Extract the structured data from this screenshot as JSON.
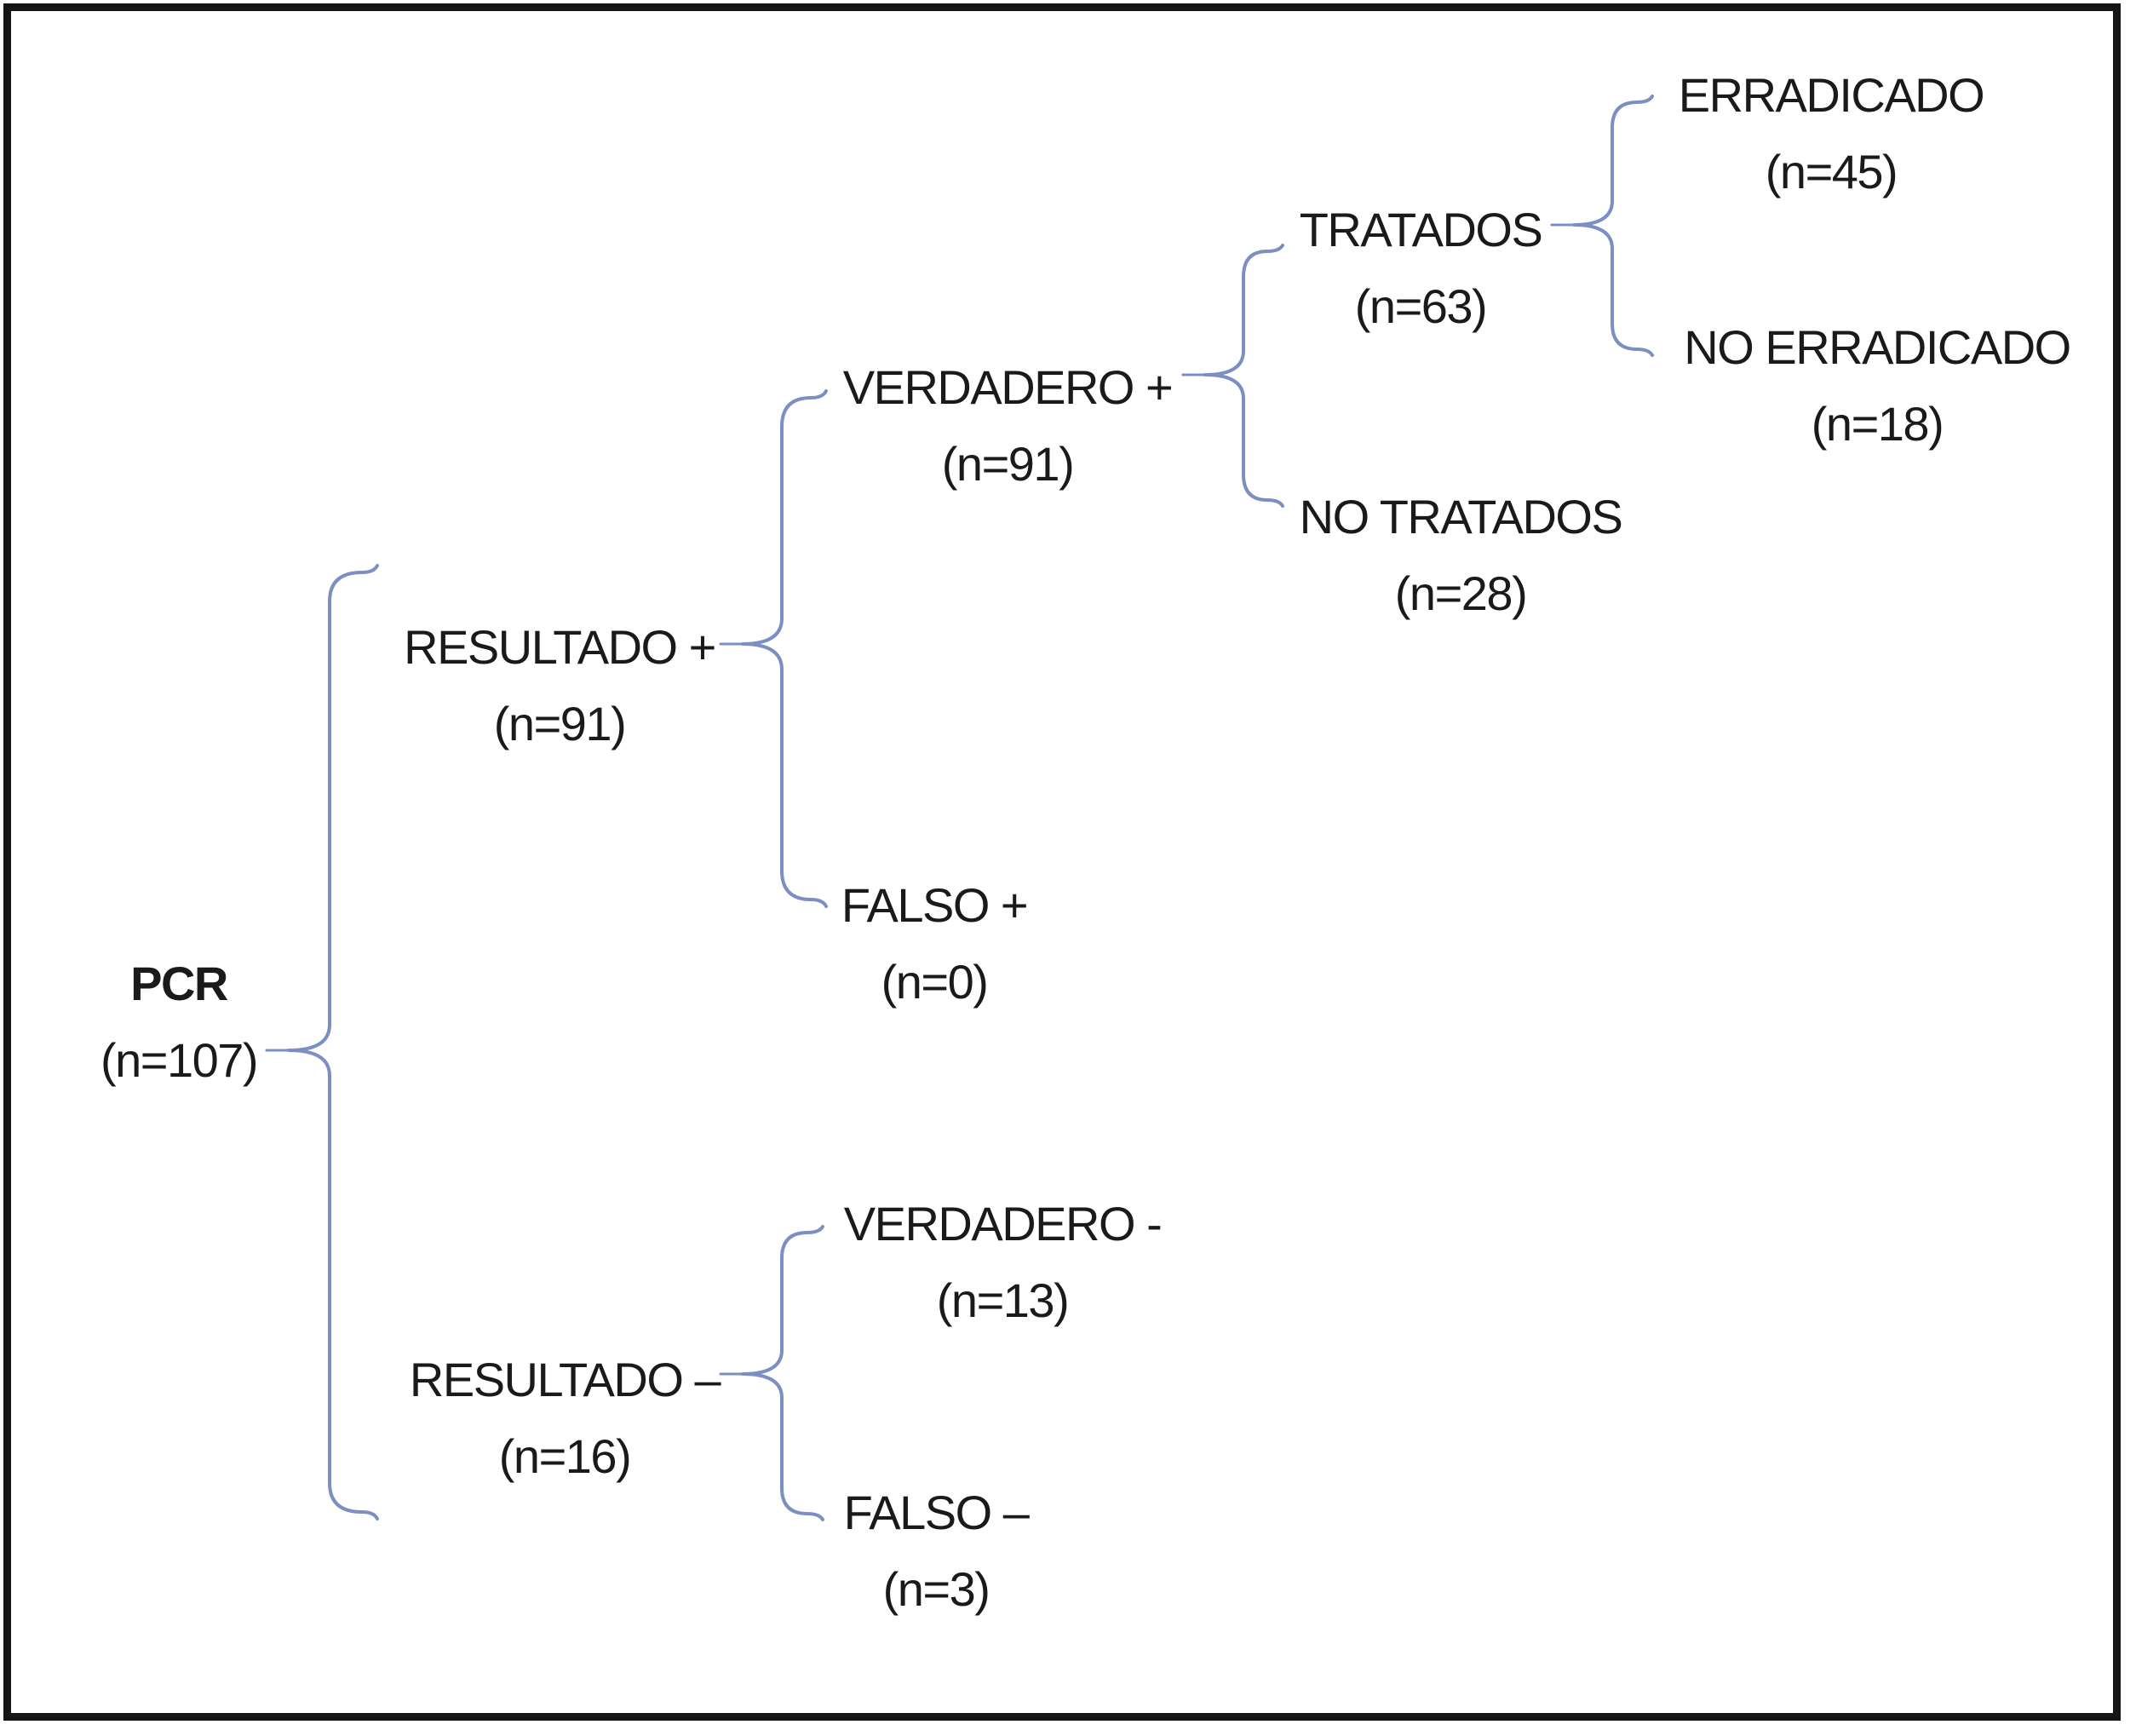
{
  "diagram": {
    "description": "PCR result flow diagram with curly-brace branches",
    "root_label": "PCR",
    "colors": {
      "brace": "#7b8fc3",
      "text": "#1a1a1a",
      "border": "#161616",
      "background": "#ffffff"
    },
    "nodes": [
      {
        "id": "pcr",
        "label": "PCR",
        "n": "(n=107)"
      },
      {
        "id": "resultado-pos",
        "label": "RESULTADO +",
        "n": "(n=91)"
      },
      {
        "id": "verdadero-pos",
        "label": "VERDADERO +",
        "n": "(n=91)"
      },
      {
        "id": "tratados",
        "label": "TRATADOS",
        "n": "(n=63)"
      },
      {
        "id": "erradicado",
        "label": "ERRADICADO",
        "n": "(n=45)"
      },
      {
        "id": "no-erradicado",
        "label": "NO ERRADICADO",
        "n": "(n=18)"
      },
      {
        "id": "no-tratados",
        "label": "NO TRATADOS",
        "n": "(n=28)"
      },
      {
        "id": "falso-pos",
        "label": "FALSO +",
        "n": "(n=0)"
      },
      {
        "id": "resultado-neg",
        "label": "RESULTADO –",
        "n": "(n=16)"
      },
      {
        "id": "verdadero-neg",
        "label": "VERDADERO -",
        "n": "(n=13)"
      },
      {
        "id": "falso-neg",
        "label": "FALSO –",
        "n": "(n=3)"
      }
    ],
    "tree": {
      "PCR (n=107)": {
        "RESULTADO + (n=91)": {
          "VERDADERO + (n=91)": {
            "TRATADOS (n=63)": {
              "ERRADICADO (n=45)": {},
              "NO ERRADICADO (n=18)": {}
            },
            "NO TRATADOS (n=28)": {}
          },
          "FALSO + (n=0)": {}
        },
        "RESULTADO – (n=16)": {
          "VERDADERO - (n=13)": {},
          "FALSO – (n=3)": {}
        }
      }
    }
  }
}
